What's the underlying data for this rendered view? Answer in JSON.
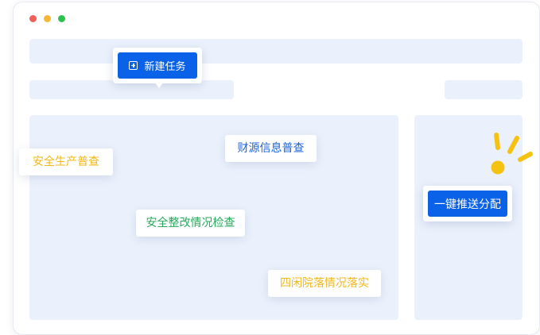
{
  "toolbar": {
    "new_task_label": "新建任务"
  },
  "tasks": [
    {
      "label": "安全生产普查",
      "color": "#f2b818"
    },
    {
      "label": "财源信息普查",
      "color": "#1a63d6"
    },
    {
      "label": "安全整改情况检查",
      "color": "#26a85a"
    },
    {
      "label": "四闲院落情况落实",
      "color": "#f2b818"
    }
  ],
  "side_panel": {
    "push_button_label": "一键推送分配"
  },
  "colors": {
    "accent": "#0a62e8",
    "spark": "#f5c211"
  }
}
